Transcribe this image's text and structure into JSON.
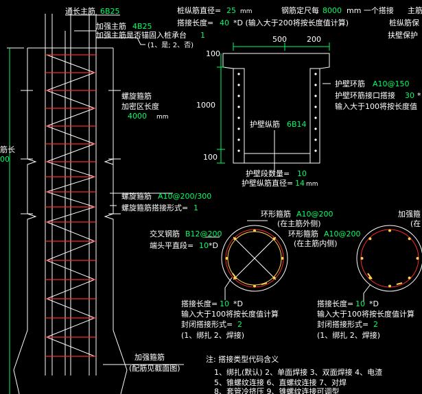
{
  "colors": {
    "background": "#000000",
    "pile": "#ffffff",
    "spiral": "#ff2a2a",
    "dim": "#00ff66",
    "value": "#00ff66",
    "ring_red": "#ff2a2a",
    "ring_yellow": "#ffd24a"
  },
  "top": {
    "pile_dia_label": "桩纵筋直径=",
    "pile_dia_value": "25",
    "unit_mm": "mm",
    "fixed_len_label": "钢筋定尺每",
    "fixed_len_value": "8000",
    "fixed_len_suffix": "mm 一个搭接",
    "main_cut": "主筋",
    "lap_label": "搭接长度=",
    "lap_value": "40",
    "lap_suffix": "*D   (输入大于200将按长度值计算)",
    "protect_cut": "桩纵筋保",
    "protect_ring_cut": "扶壁保护"
  },
  "pile": {
    "long_main_label": "通长主筋",
    "long_main_value": "6B25",
    "reinf_main_label": "加强主筋",
    "reinf_main_value": "4B25",
    "anchor_q": "加强主筋是否锚固入桩承台",
    "anchor_value": "1",
    "anchor_opts": "(1、是; 2、否)",
    "spiral_dense_l1": "螺旋箍筋",
    "spiral_dense_l2": "加密区长度",
    "dense_len_value": "4000",
    "dense_len_unit": "mm",
    "spiral_label": "螺旋箍筋",
    "spiral_value": "A10@200/300",
    "spiral_lap_label": "螺旋箍筋搭接形式=",
    "spiral_lap_value": "1",
    "reinf_stirrup_l1": "加强箍筋",
    "reinf_stirrup_l2": "(配筋见截面图)",
    "left_cut1": "筋长",
    "left_cut2": "00"
  },
  "wall": {
    "dim_500": "500",
    "dim_200": "200",
    "dim_100_top": "100",
    "dim_1000": "1000",
    "dim_100_bot": "100",
    "ring_label": "护壁环筋",
    "ring_value": "A10@150",
    "ring_lap_label": "护壁环筋接口搭接",
    "ring_lap_value": "30",
    "ring_lap_cut": "*",
    "ring_lap_note": "输入大于100将按长度值",
    "long_label": "护壁纵筋",
    "long_value": "6B14",
    "seg_label": "护壁段数量=",
    "seg_value": "10",
    "long_dia_label": "护壁纵筋直径=",
    "long_dia_value": "14",
    "long_dia_unit": "mm"
  },
  "section": {
    "ring_outer_label": "环形箍筋",
    "ring_outer_value": "A10@200",
    "ring_outer_note": "(在主筋外侧)",
    "ring_inner_label": "环形箍筋",
    "ring_inner_value": "A10@200",
    "ring_inner_note": "(在主筋内侧)",
    "cross_label": "交叉钢筋",
    "cross_value": "B12@200",
    "end_label": "端头平直段=",
    "end_value": "10",
    "end_unit": "*D",
    "lap_label": "搭接长度=",
    "lap_value": "10",
    "lap_unit": "*D",
    "lap_note": "输入大于100将按长度值计算",
    "close_label": "封闭搭接形式=",
    "close_value": "2",
    "close_opts": "(1、绑扎  2、焊接)",
    "right_top_cut": "加强箍",
    "right_top_cut2": "(在",
    "right_lap_label": "搭接长度=",
    "right_lap_value": "10",
    "right_lap_unit": "*D",
    "right_lap_note": "输入大于100将按长度值计算",
    "right_close_label": "封闭搭接形式=",
    "right_close_value": "2",
    "right_close_opts": "(1、绑扎  2、焊接)"
  },
  "notes": {
    "title": "注: 搭接类型代码含义",
    "row1": "1、绑扎(默认)    2、单面焊接    3、双面焊接    4、电渣",
    "row2": "5、锥螺纹连接    6、直螺纹连接    7、对焊",
    "row3": "8、套管冷挤压    9、锥螺纹连接可调型"
  }
}
